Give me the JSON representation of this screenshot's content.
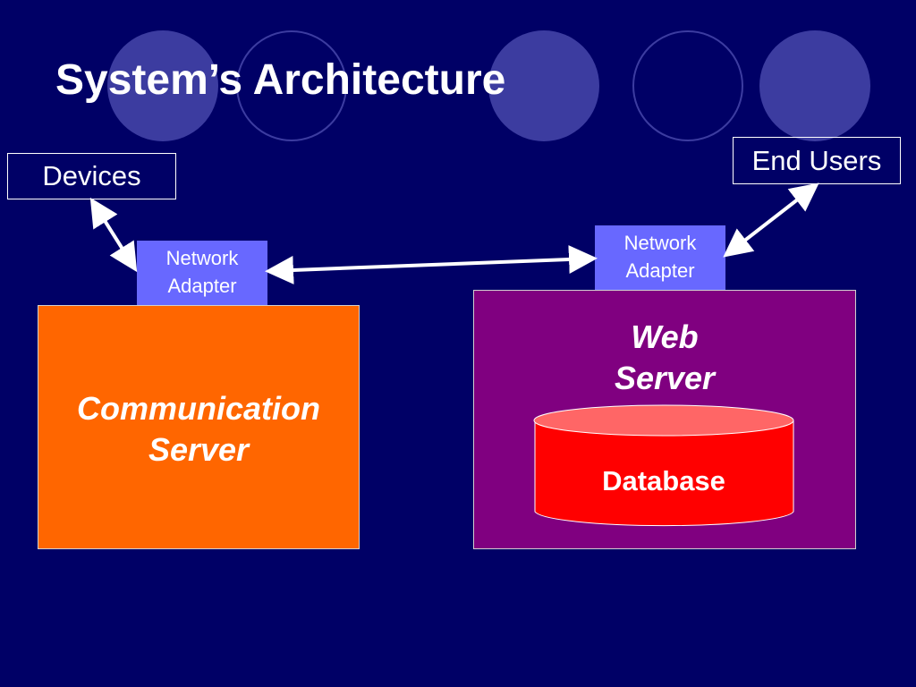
{
  "slide": {
    "title": "System’s Architecture",
    "background_color": "#000066",
    "decor_circle_color": "#3c3ca0"
  },
  "nodes": {
    "devices": {
      "label": "Devices"
    },
    "end_users": {
      "label": "End Users"
    },
    "network_adapter_left": {
      "line1": "Network",
      "line2": "Adapter",
      "color": "#6868ff"
    },
    "network_adapter_right": {
      "line1": "Network",
      "line2": "Adapter",
      "color": "#6868ff"
    },
    "communication_server": {
      "line1": "Communication",
      "line2": "Server",
      "color": "#ff6600"
    },
    "web_server": {
      "line1": "Web",
      "line2": "Server",
      "color": "#800080"
    },
    "database": {
      "label": "Database",
      "color": "#ff0000",
      "top_color": "#ff6666"
    }
  },
  "connections": [
    {
      "from": "devices",
      "to": "network_adapter_left",
      "type": "bidirectional"
    },
    {
      "from": "network_adapter_left",
      "to": "network_adapter_right",
      "type": "bidirectional"
    },
    {
      "from": "network_adapter_right",
      "to": "end_users",
      "type": "bidirectional"
    }
  ]
}
